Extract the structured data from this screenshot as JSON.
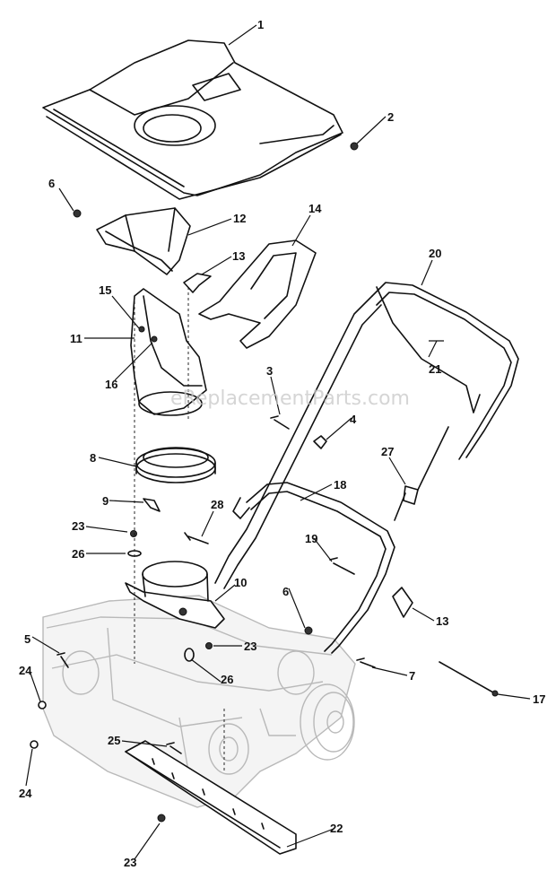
{
  "watermark": "eReplacementParts.com",
  "callouts": [
    "1",
    "2",
    "6",
    "12",
    "14",
    "13",
    "20",
    "15",
    "11",
    "21",
    "16",
    "3",
    "4",
    "27",
    "8",
    "18",
    "9",
    "28",
    "23",
    "19",
    "26",
    "6",
    "10",
    "13",
    "5",
    "23",
    "7",
    "24",
    "26",
    "17",
    "25",
    "24",
    "22",
    "23"
  ]
}
